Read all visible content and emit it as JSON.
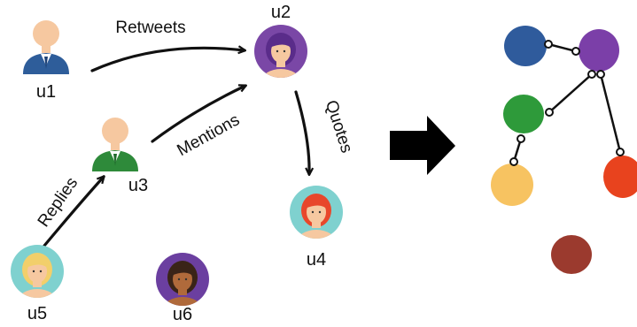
{
  "users": [
    {
      "id": "u1",
      "label": "u1",
      "style": "business",
      "shirt": "#2e5d9a",
      "skin": "#f6c8a0"
    },
    {
      "id": "u2",
      "label": "u2",
      "style": "purple-hair",
      "bg": "#7a47a6",
      "hair": "#5a2c8a",
      "skin": "#f6c8a0"
    },
    {
      "id": "u3",
      "label": "u3",
      "style": "green-suit",
      "shirt": "#2e8a3a",
      "skin": "#f6c8a0"
    },
    {
      "id": "u4",
      "label": "u4",
      "style": "red-hair",
      "bg": "#7fd1cf",
      "hair": "#e8472b",
      "skin": "#f6c8a0"
    },
    {
      "id": "u5",
      "label": "u5",
      "style": "blonde",
      "bg": "#7fd1cf",
      "hair": "#f2cf6b",
      "skin": "#f6c8a0"
    },
    {
      "id": "u6",
      "label": "u6",
      "style": "dark-skin",
      "bg": "#6b3fa0",
      "hair": "#3a2418",
      "skin": "#b06a3b"
    }
  ],
  "edges": [
    {
      "from": "u1",
      "to": "u2",
      "label": "Retweets"
    },
    {
      "from": "u3",
      "to": "u2",
      "label": "Mentions"
    },
    {
      "from": "u2",
      "to": "u4",
      "label": "Quotes"
    },
    {
      "from": "u5",
      "to": "u3",
      "label": "Replies"
    }
  ],
  "graph_nodes": [
    {
      "id": "g-blue",
      "color": "#2f5b9c"
    },
    {
      "id": "g-purple",
      "color": "#7b3fa8"
    },
    {
      "id": "g-green",
      "color": "#2e9a3a"
    },
    {
      "id": "g-yellow",
      "color": "#f7c361"
    },
    {
      "id": "g-red",
      "color": "#e8431e"
    },
    {
      "id": "g-brown",
      "color": "#9b3a2e"
    }
  ],
  "graph_links": [
    [
      "g-blue",
      "g-purple"
    ],
    [
      "g-purple",
      "g-green"
    ],
    [
      "g-purple",
      "g-red"
    ],
    [
      "g-green",
      "g-yellow"
    ]
  ]
}
